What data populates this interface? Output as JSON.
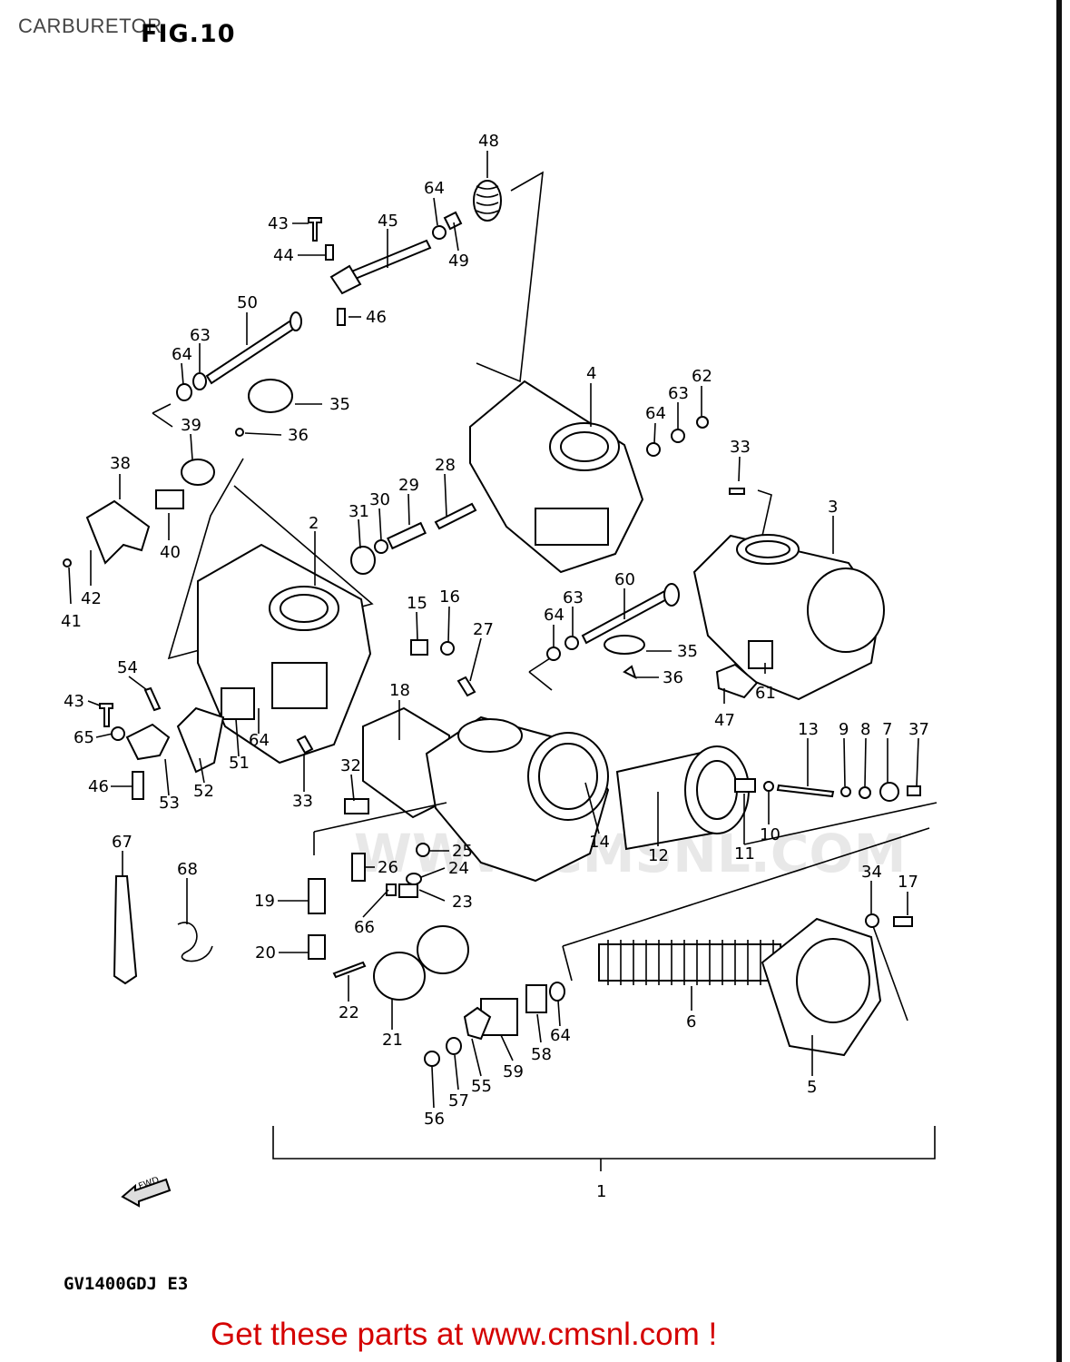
{
  "header": {
    "page_title": "CARBURETOR",
    "fig_label": "FIG.10"
  },
  "footer": {
    "model_code": "GV1400GDJ E3",
    "promo": "Get these parts at www.cmsnl.com !"
  },
  "diagram": {
    "watermark": "WWW.CMSNL.COM",
    "fwd_label": "FWD",
    "part_numbers": [
      "48",
      "64",
      "43",
      "45",
      "44",
      "49",
      "46",
      "50",
      "63",
      "64",
      "35",
      "36",
      "39",
      "38",
      "40",
      "41",
      "42",
      "2",
      "31",
      "30",
      "29",
      "28",
      "4",
      "64",
      "63",
      "62",
      "33",
      "3",
      "15",
      "16",
      "27",
      "64",
      "63",
      "60",
      "35",
      "36",
      "61",
      "47",
      "54",
      "43",
      "65",
      "46",
      "51",
      "64",
      "52",
      "53",
      "33",
      "18",
      "32",
      "13",
      "9",
      "8",
      "7",
      "37",
      "14",
      "12",
      "11",
      "10",
      "25",
      "26",
      "24",
      "23",
      "66",
      "67",
      "68",
      "19",
      "20",
      "22",
      "21",
      "58",
      "59",
      "64",
      "55",
      "57",
      "56",
      "6",
      "34",
      "17",
      "5",
      "1"
    ]
  }
}
